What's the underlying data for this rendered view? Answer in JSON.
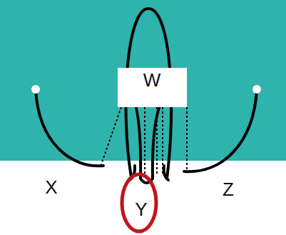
{
  "diagram": {
    "nodes": [
      {
        "text": [
          "W"
        ]
      }
    ],
    "labels": [
      "X",
      "Y",
      "Z"
    ]
  }
}
